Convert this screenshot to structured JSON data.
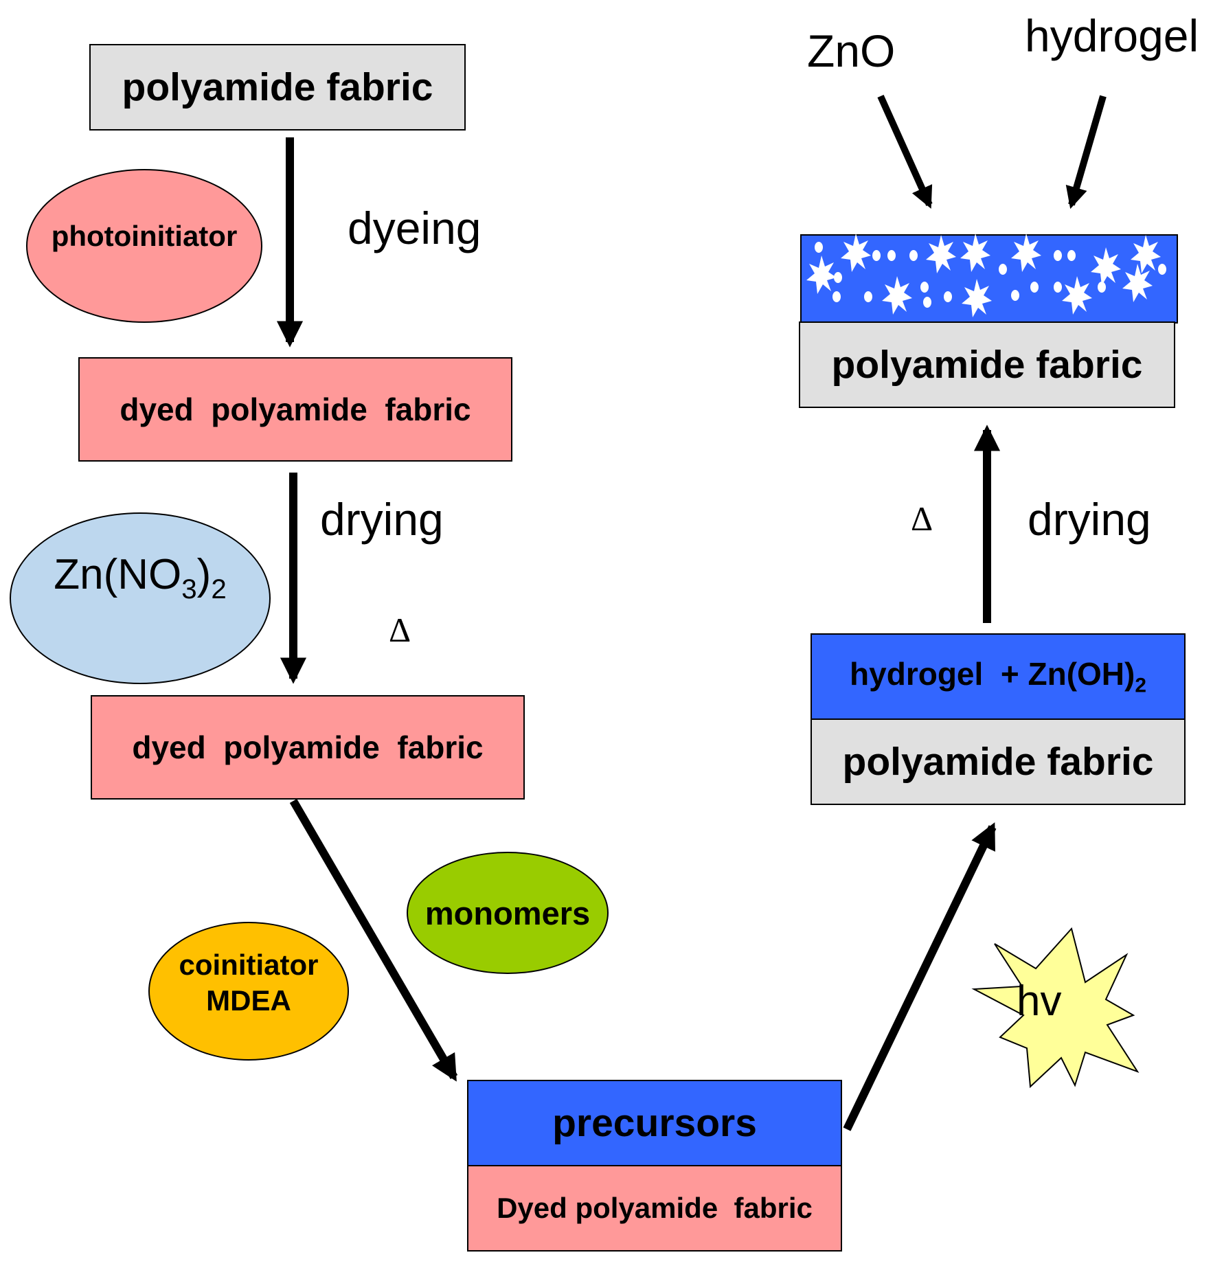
{
  "boxes": {
    "start": "polyamide fabric",
    "dyed1": "dyed  polyamide  fabric",
    "dyed2": "dyed  polyamide  fabric",
    "precursors_top": "precursors",
    "precursors_bottom": "Dyed polyamide  fabric",
    "hydrogel_top": "hydrogel  + Zn(OH)",
    "hydrogel_top_sub": "2",
    "hydrogel_bottom": "polyamide fabric",
    "final_bottom": "polyamide fabric"
  },
  "reagents": {
    "photoinitiator": "photoinitiator",
    "zn_nitrate": "Zn(NO",
    "zn_nitrate_sub1": "3",
    "zn_nitrate_close": ")",
    "zn_nitrate_sub2": "2",
    "coinitiator_line1": "coinitiator",
    "coinitiator_line2": "MDEA",
    "monomers": "monomers",
    "hv": "hv"
  },
  "steps": {
    "dyeing": "dyeing",
    "drying_left": "drying",
    "delta_left": "Δ",
    "drying_right": "drying",
    "delta_right": "Δ",
    "zno": "ZnO",
    "hydrogel": "hydrogel"
  },
  "colors": {
    "gray": "#e0e0e0",
    "pink": "#ff9999",
    "blue": "#3366ff",
    "light_blue": "#bdd7ee",
    "green": "#99cc00",
    "orange": "#ffc000",
    "light_yellow": "#ffff99"
  }
}
